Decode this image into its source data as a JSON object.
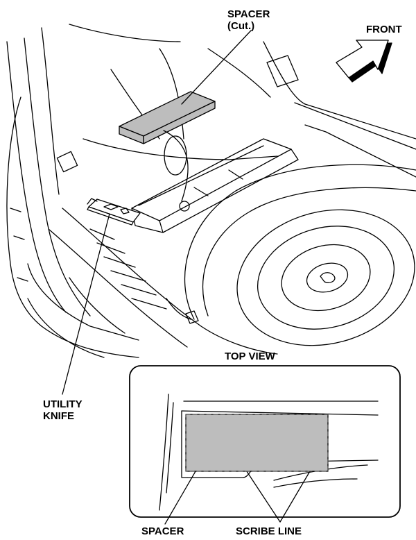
{
  "labels": {
    "spacer_cut_line1": "SPACER",
    "spacer_cut_line2": "(Cut.)",
    "front": "FRONT",
    "top_view": "TOP VIEW",
    "utility_knife_line1": "UTILITY",
    "utility_knife_line2": "KNIFE",
    "spacer": "SPACER",
    "scribe_line": "SCRIBE LINE"
  },
  "colors": {
    "line": "#000000",
    "spacer_fill": "#bdbdbd",
    "background": "#ffffff"
  }
}
